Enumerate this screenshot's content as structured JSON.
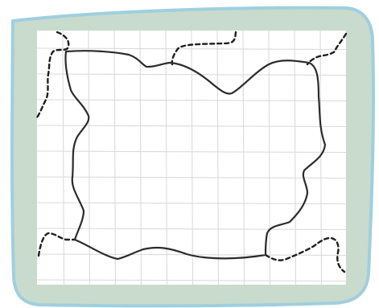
{
  "colors": {
    "page_background": "#ffffff",
    "frame_fill": "#c9dbcc",
    "frame_border": "#9fcfdf",
    "paper_fill": "#ffffff",
    "grid_line": "#d9dcd9",
    "solid_boundary": "#2b2b2b",
    "dashed_boundary": "#1e1e1e"
  },
  "diagram": {
    "grid": "on",
    "shapes": [
      {
        "name": "enclosed-region",
        "line_style": "solid"
      },
      {
        "name": "outer-boundaries",
        "line_style": "dashed",
        "count": 5
      }
    ]
  }
}
